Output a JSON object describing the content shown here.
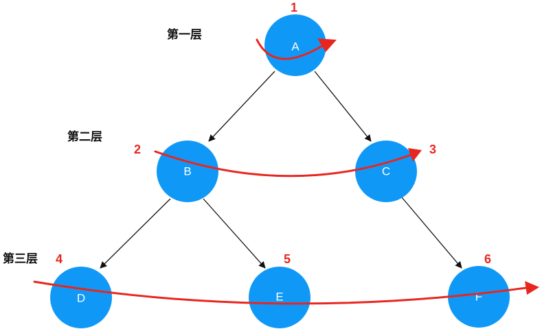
{
  "title": "Binary tree level-order traversal",
  "colors": {
    "node": "#1098F7",
    "traverse": "#E8261F",
    "edge": "#111111"
  },
  "levels": [
    {
      "label": "第一层"
    },
    {
      "label": "第二层"
    },
    {
      "label": "第三层"
    }
  ],
  "nodes": [
    {
      "id": "A",
      "label": "A",
      "order": "1",
      "level": 1
    },
    {
      "id": "B",
      "label": "B",
      "order": "2",
      "level": 2
    },
    {
      "id": "C",
      "label": "C",
      "order": "3",
      "level": 2
    },
    {
      "id": "D",
      "label": "D",
      "order": "4",
      "level": 3
    },
    {
      "id": "E",
      "label": "E",
      "order": "5",
      "level": 3
    },
    {
      "id": "F",
      "label": "F",
      "order": "6",
      "level": 3
    }
  ],
  "edges": [
    {
      "from": "A",
      "to": "B"
    },
    {
      "from": "A",
      "to": "C"
    },
    {
      "from": "B",
      "to": "D"
    },
    {
      "from": "B",
      "to": "E"
    },
    {
      "from": "C",
      "to": "F"
    }
  ],
  "traversal_order": [
    "A",
    "B",
    "C",
    "D",
    "E",
    "F"
  ]
}
